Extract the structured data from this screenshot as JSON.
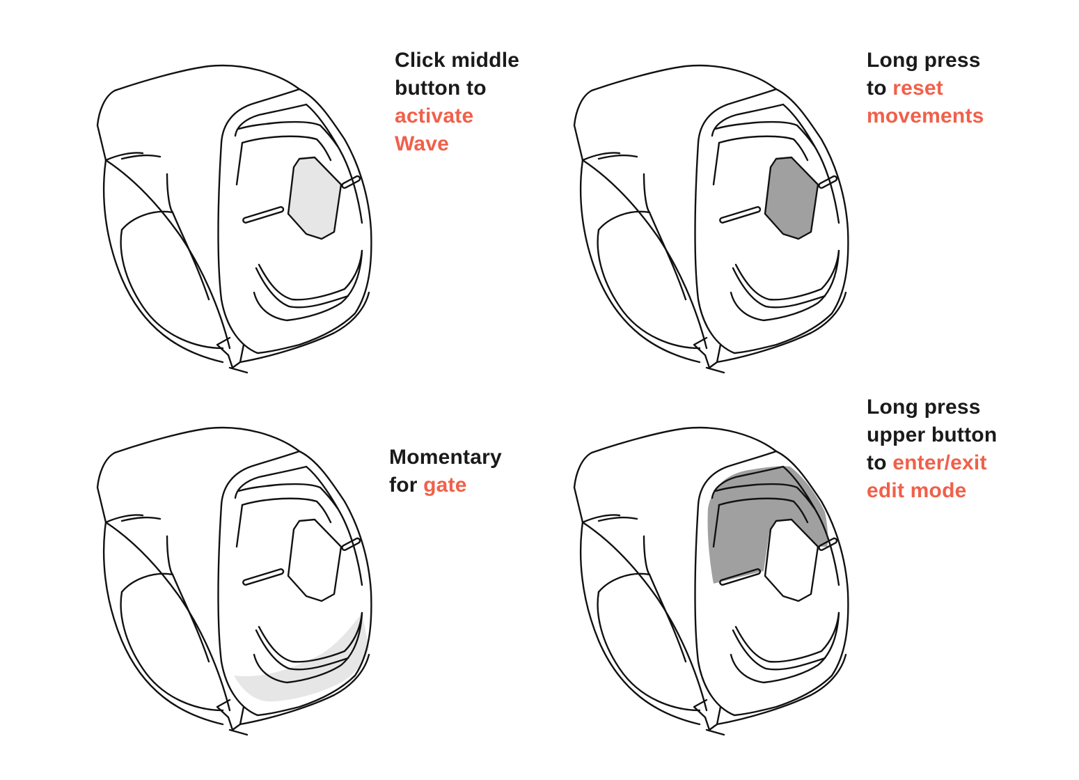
{
  "colors": {
    "text": "#1a1a1a",
    "accent": "#f0604a",
    "outline": "#111111",
    "highlight_light": "#e6e6e6",
    "highlight_dark": "#a0a0a0"
  },
  "panels": [
    {
      "highlight": "middle-button",
      "highlight_shade": "light",
      "caption": {
        "line1": "Click middle",
        "line2": "button to",
        "line3_accent": "activate",
        "line4_accent": "Wave"
      }
    },
    {
      "highlight": "middle-button",
      "highlight_shade": "dark",
      "caption": {
        "line1": "Long press",
        "line2_prefix": "to ",
        "line2_accent": "reset",
        "line3_accent": "movements"
      }
    },
    {
      "highlight": "lower-button",
      "highlight_shade": "light",
      "caption": {
        "line1": "Momentary",
        "line2_prefix": "for ",
        "line2_accent": "gate"
      }
    },
    {
      "highlight": "upper-button",
      "highlight_shade": "dark",
      "caption": {
        "line1": "Long press",
        "line2": "upper button",
        "line3_prefix": "to ",
        "line3_accent": "enter/exit",
        "line4_accent": "edit mode"
      }
    }
  ]
}
